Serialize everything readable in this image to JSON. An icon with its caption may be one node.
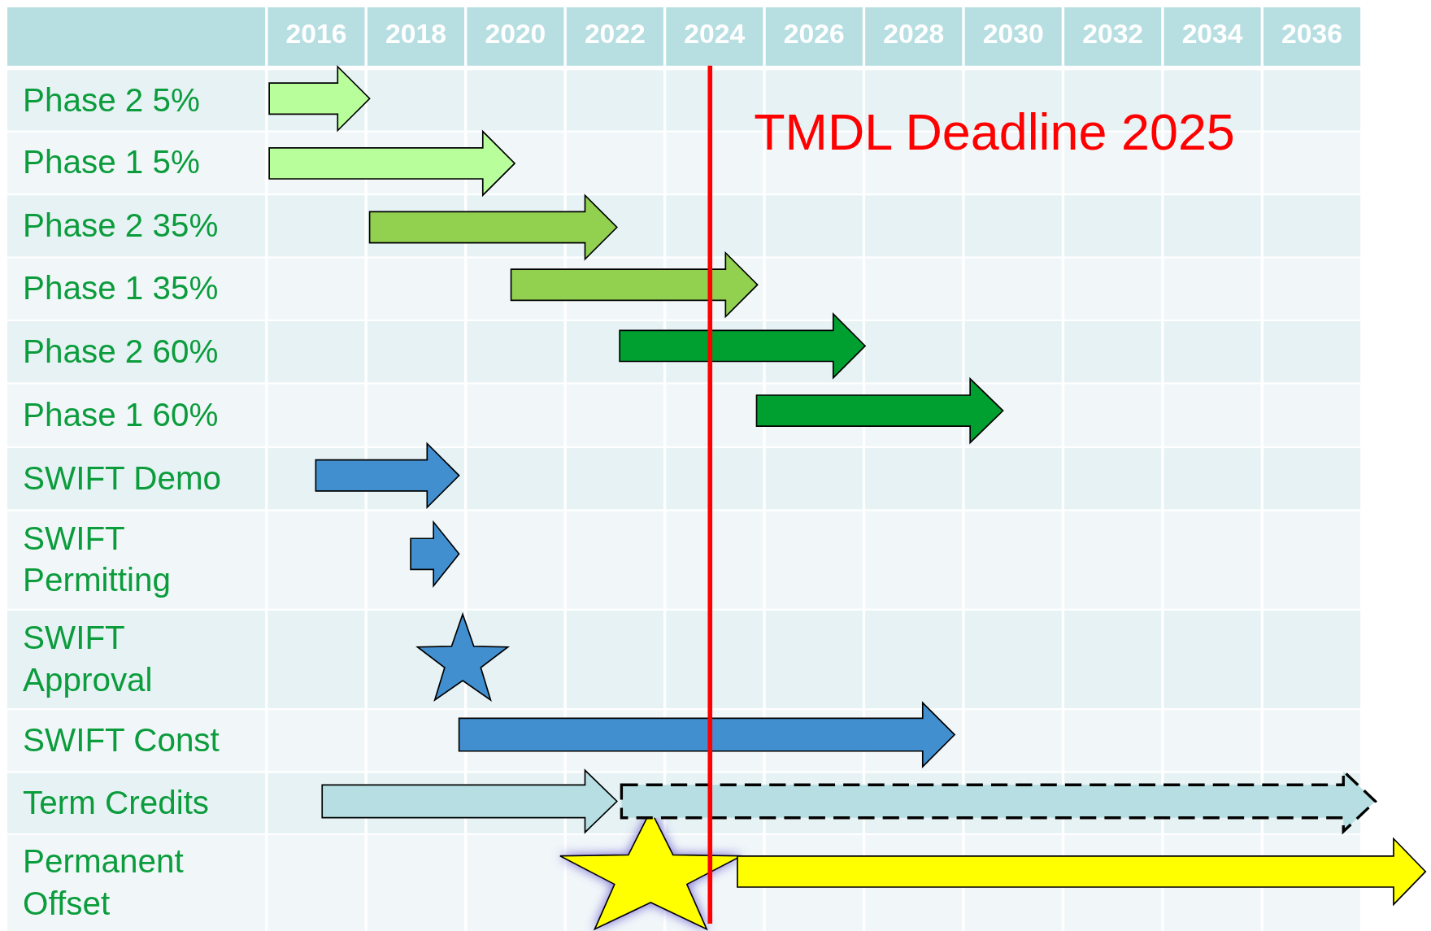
{
  "diagram": {
    "labels": [
      "2016",
      "2018",
      "2020",
      "2022",
      "2024",
      "2026",
      "2028",
      "2030",
      "2032",
      "2034",
      "2036",
      "Phase 2 5%",
      "Phase 1 5%",
      "Phase 2 35%",
      "Phase 1 35%",
      "Phase 2 60%",
      "Phase 1 60%",
      "SWIFT Demo",
      "SWIFT Permitting",
      "SWIFT Approval",
      "SWIFT Const",
      "Term Credits",
      "Permanent Offset",
      "TMDL Deadline 2025"
    ]
  }
}
